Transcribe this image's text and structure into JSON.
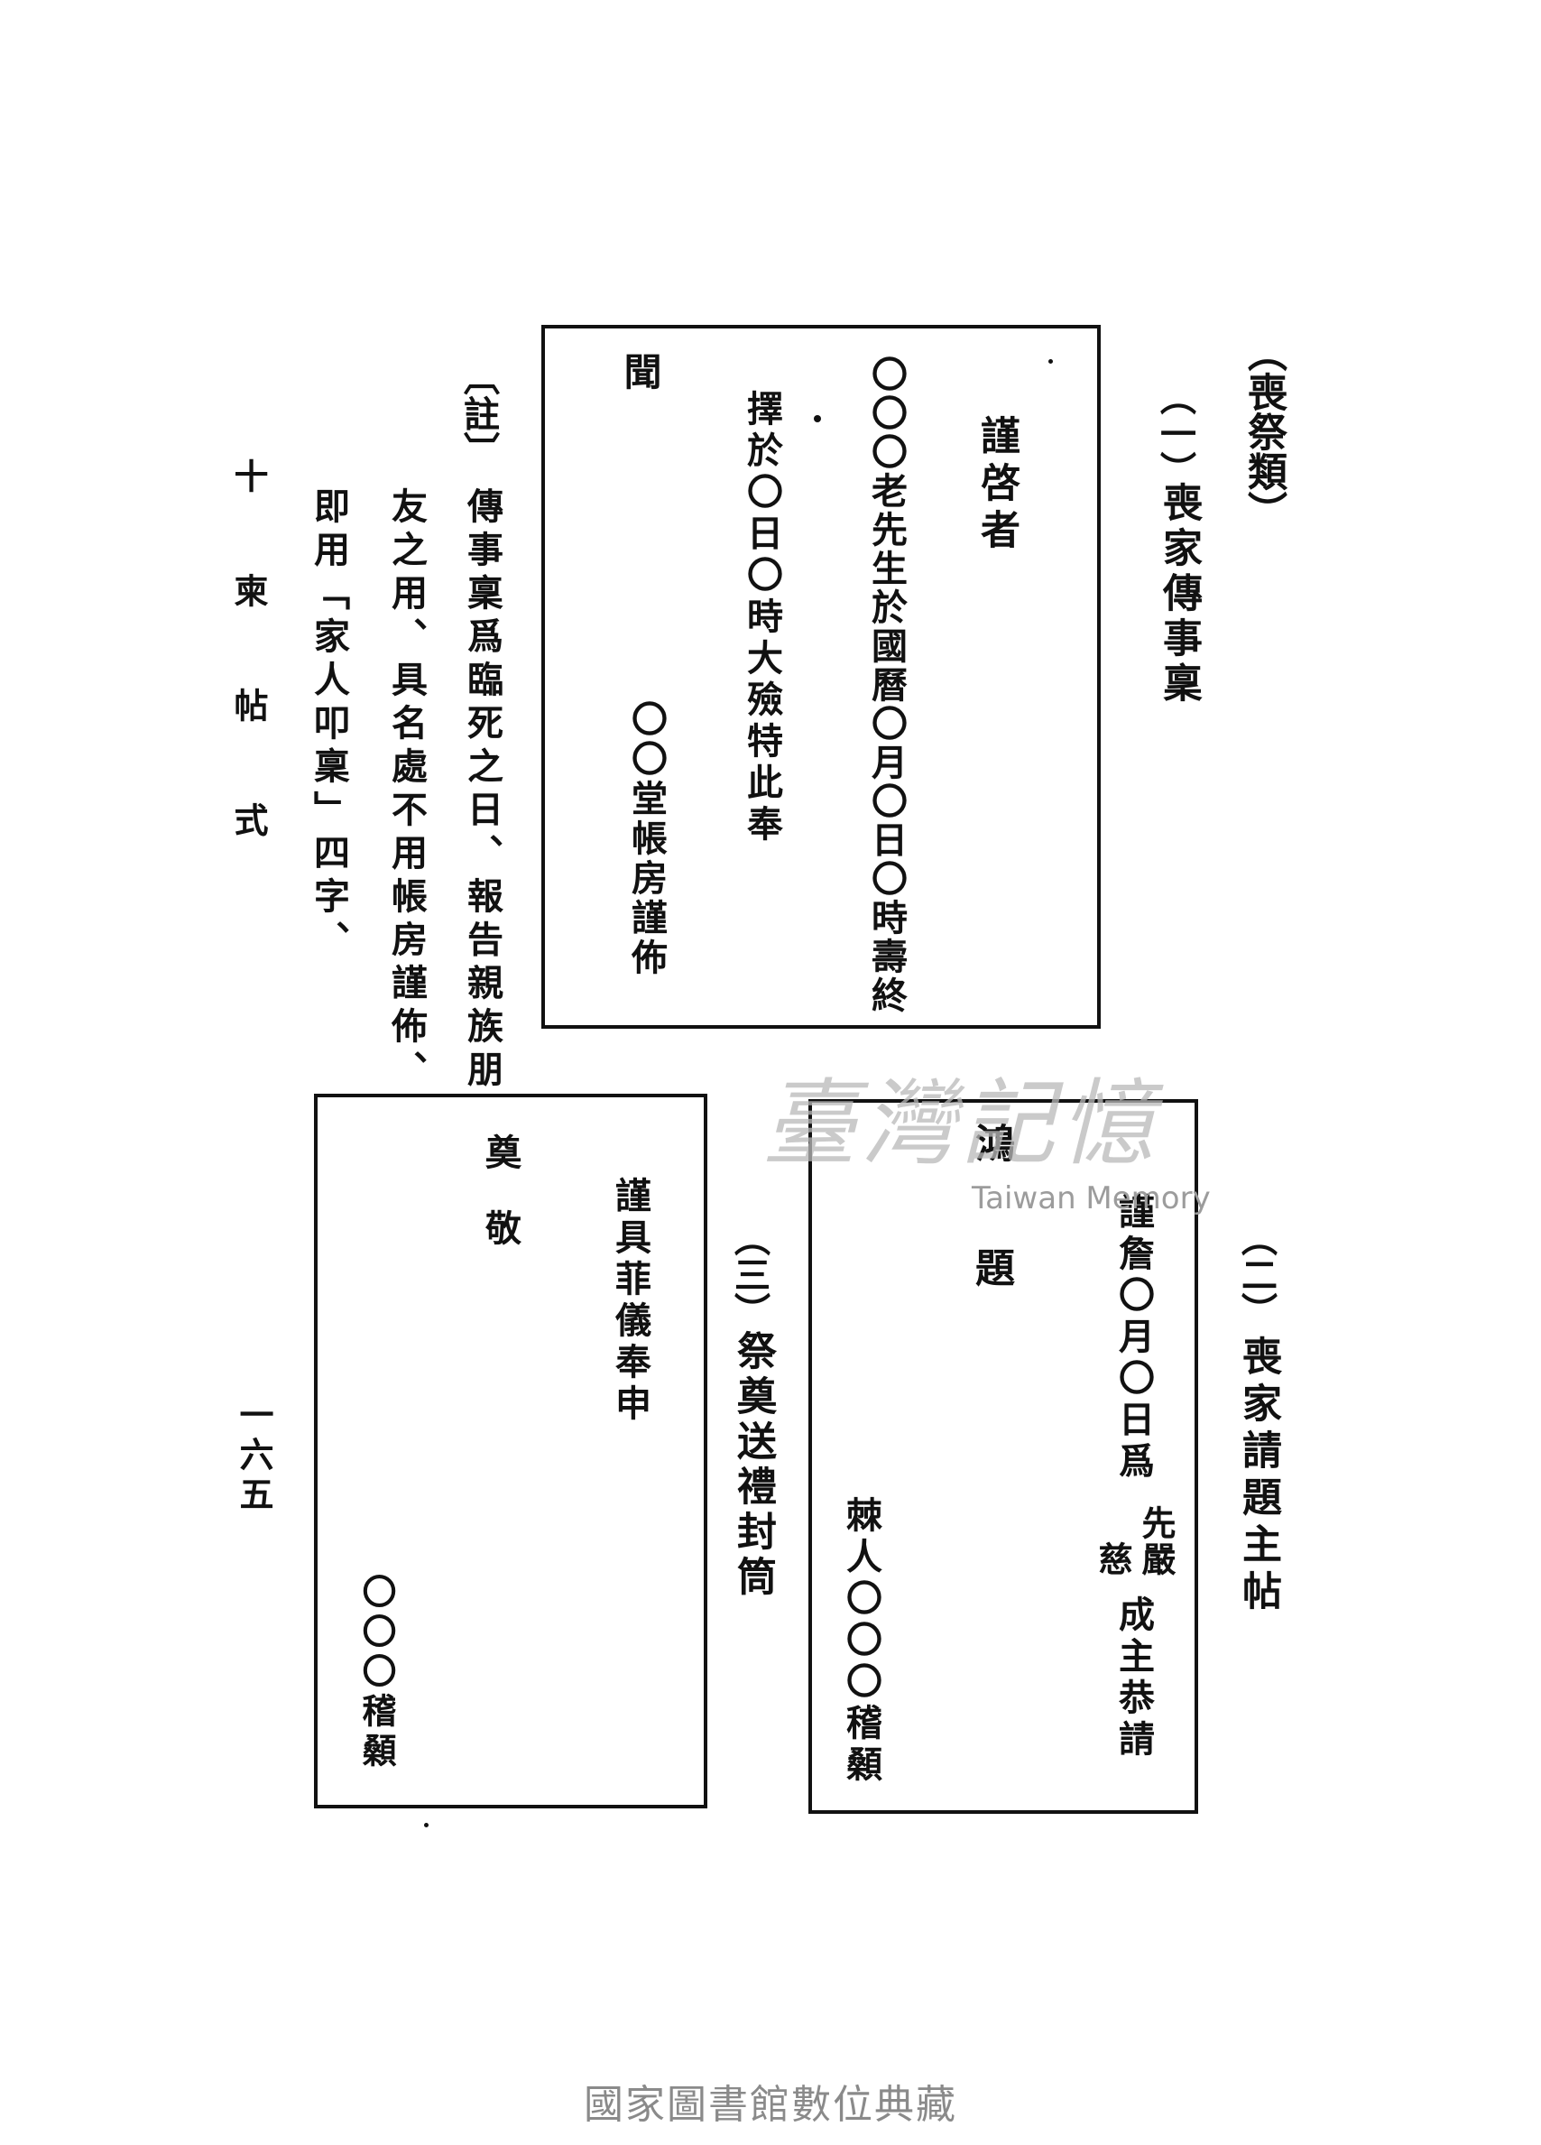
{
  "category_heading": "（喪祭類）",
  "section1": {
    "number": "（一）",
    "title": "喪家傳事稟",
    "card": {
      "col1": "謹啓者",
      "col2": "〇〇〇老先生於國曆〇月〇日〇時壽終",
      "col3": "擇於〇日〇時大殮特此奉",
      "col4": "聞",
      "signature": "〇〇堂帳房謹佈"
    }
  },
  "note": {
    "label": "〔註〕",
    "col1": "傳事稟爲臨死之日、報告親族朋",
    "col2": "友之用、具名處不用帳房謹佈、",
    "col3": "即用「家人叩稟」四字、"
  },
  "chapter_label": "十 柬 帖 式",
  "page_number": "一六五",
  "section2": {
    "number": "（二）",
    "title": "喪家請題主帖",
    "card": {
      "col1": "謹詹〇月〇日爲",
      "col1_honorific_right": "先嚴",
      "col1_honorific_left": "慈",
      "col1_end": "成主恭請",
      "col2_a": "鴻",
      "col2_b": "題",
      "signature": "棘人〇〇〇稽顙"
    }
  },
  "section3": {
    "number": "（三）",
    "title": "祭奠送禮封筒",
    "card": {
      "col1": "謹具菲儀奉申",
      "col2_a": "奠",
      "col2_b": "敬",
      "signature": "〇〇〇稽顙"
    }
  },
  "watermark": {
    "chinese": "臺灣記憶",
    "english": "Taiwan Memory"
  },
  "footer": "國家圖書館數位典藏"
}
